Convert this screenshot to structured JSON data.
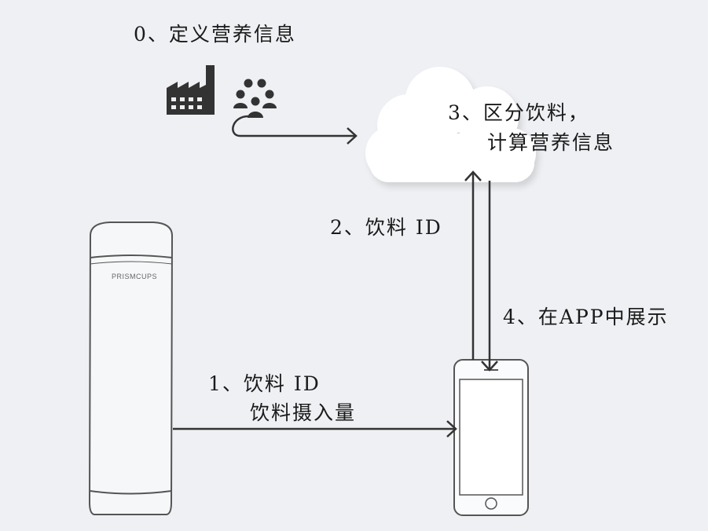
{
  "labels": {
    "step0": "0、定义营养信息",
    "step3_line1": "3、区分饮料，",
    "step3_line2": "计算营养信息",
    "step2": "2、饮料 ID",
    "step4": "4、在APP中展示",
    "step1_line1": "1、饮料 ID",
    "step1_line2": "饮料摄入量"
  },
  "cup_brand": "PRISMCUPS",
  "icons": [
    "factory-icon",
    "people-group-icon",
    "cloud-icon",
    "cup-icon",
    "smartphone-icon"
  ],
  "colors": {
    "background": "#eef0f3",
    "stroke": "#333333",
    "cloud": "#ffffff"
  }
}
